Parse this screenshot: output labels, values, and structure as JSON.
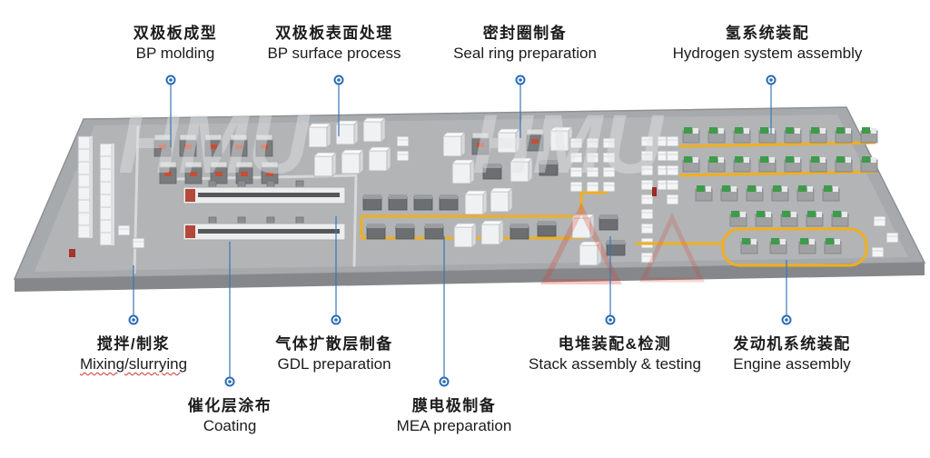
{
  "diagram": {
    "labels": {
      "top": [
        {
          "zh": "双极板成型",
          "en": "BP molding"
        },
        {
          "zh": "双极板表面处理",
          "en": "BP surface process"
        },
        {
          "zh": "密封圈制备",
          "en": "Seal ring preparation"
        },
        {
          "zh": "氢系统装配",
          "en": "Hydrogen system assembly"
        }
      ],
      "bottom": [
        {
          "zh": "搅拌/制浆",
          "en": "Mixing/slurrying"
        },
        {
          "zh": "气体扩散层制备",
          "en": "GDL preparation"
        },
        {
          "zh": "电堆装配&检测",
          "en": "Stack assembly & testing"
        },
        {
          "zh": "发动机系统装配",
          "en": "Engine assembly"
        },
        {
          "zh": "催化层涂布",
          "en": "Coating"
        },
        {
          "zh": "膜电极制备",
          "en": "MEA preparation"
        }
      ]
    },
    "watermark": {
      "gray": "HMU"
    },
    "colors": {
      "connector_blue": "#2a6bb5",
      "floor_gray": "#a7aaac",
      "conveyor_yellow": "#f1af1d",
      "machine_green": "#3d9b49"
    }
  }
}
